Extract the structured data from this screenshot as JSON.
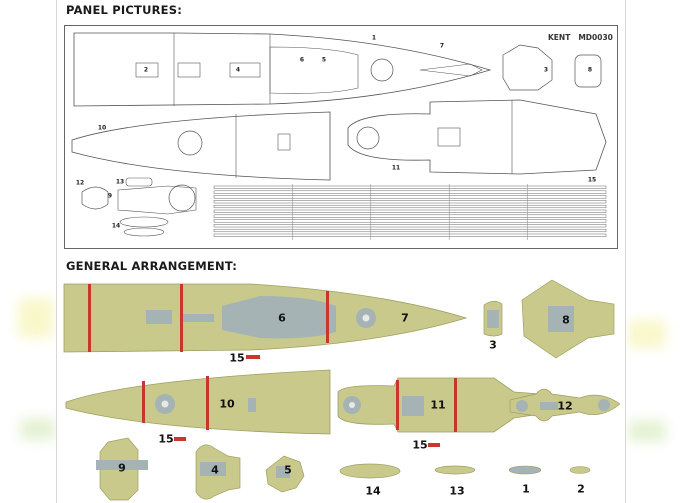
{
  "headings": {
    "panel": "PANEL PICTURES:",
    "arrangement": "GENERAL ARRANGEMENT:"
  },
  "brand": {
    "name": "KENT",
    "code": "MD0030"
  },
  "colors": {
    "deck": "#c8c98a",
    "deck_edge": "#9ea065",
    "grey_parts": "#a6b3b5",
    "red_marks": "#c8362e",
    "outline": "#555555",
    "bg_yellow_blur": "#f4f1a0",
    "bg_green_blur": "#cfe7b0"
  },
  "panel_labels": {
    "p1": "1",
    "p2": "2",
    "p3": "3",
    "p4": "4",
    "p5": "5",
    "p6": "6",
    "p7": "7",
    "p8": "8",
    "p9": "9",
    "p10": "10",
    "p11": "11",
    "p12": "12",
    "p13": "13",
    "p14": "14",
    "p15": "15"
  },
  "arrangement_labels": {
    "p1": "1",
    "p2": "2",
    "p3": "3",
    "p4": "4",
    "p5": "5",
    "p6": "6",
    "p7": "7",
    "p8": "8",
    "p9": "9",
    "p10": "10",
    "p11": "11",
    "p12": "12",
    "p13": "13",
    "p14": "14",
    "p15a": "15",
    "p15b": "15",
    "p15c": "15"
  }
}
